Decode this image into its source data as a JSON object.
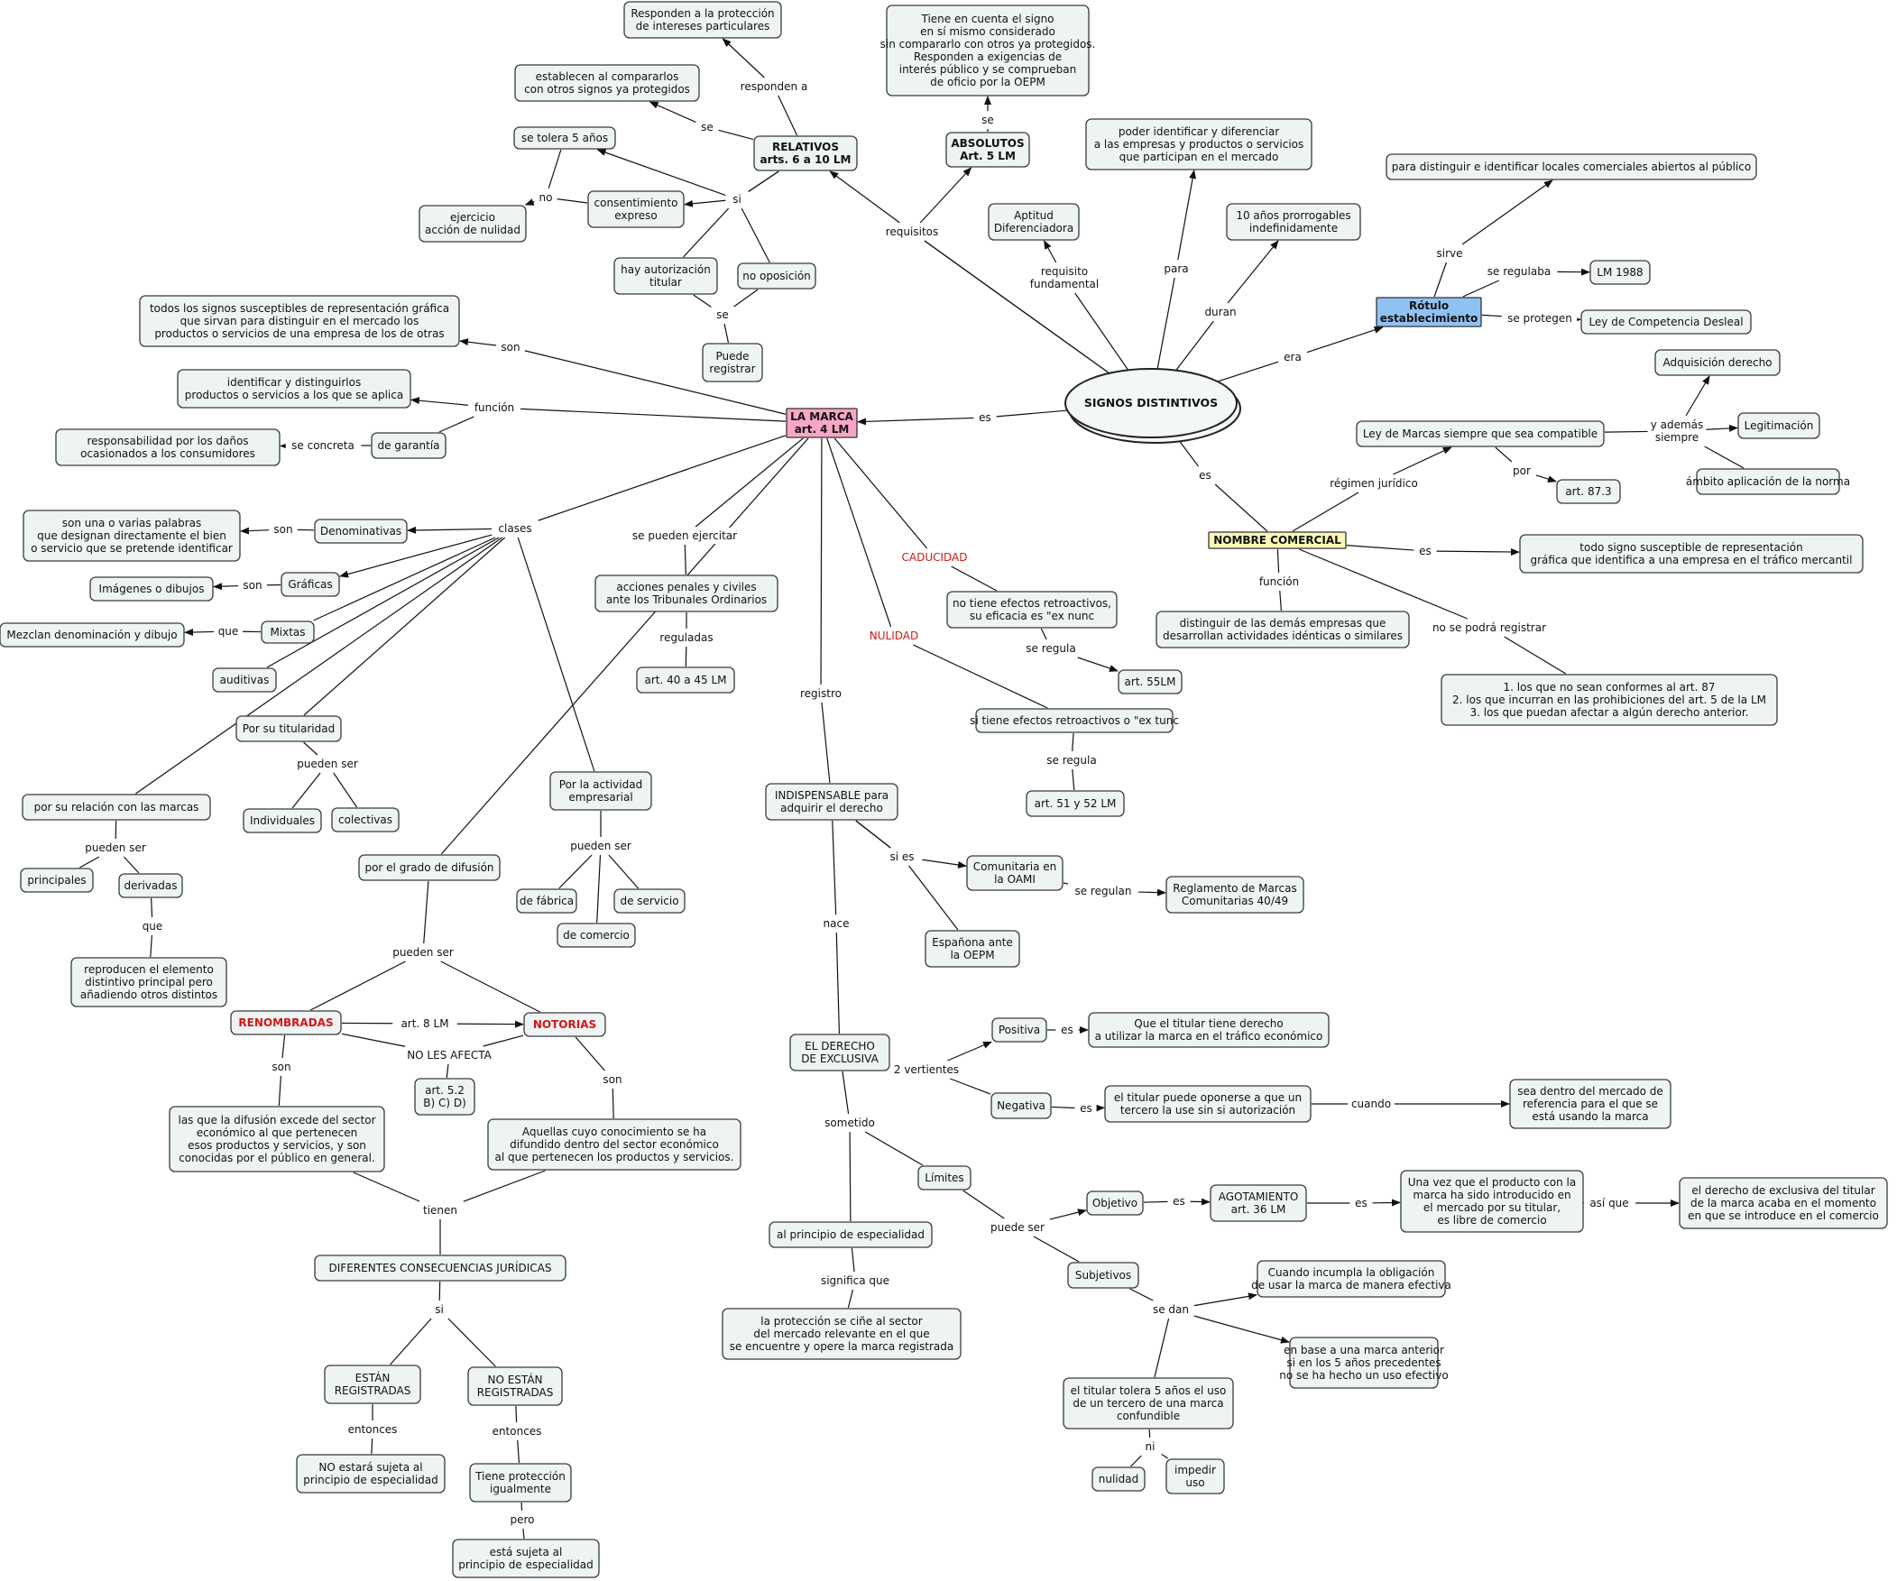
{
  "center": "SIGNOS DISTINTIVOS",
  "nodes": {
    "marca": "LA MARCA\nart. 4 LM",
    "relativos": "RELATIVOS\narts. 6 a 10 LM",
    "absolutos": "ABSOLUTOS\nArt. 5 LM",
    "rotulo": "Rótulo\nestablecimiento",
    "nombre": "NOMBRE COMERCIAL",
    "proteccion_particulares": "Responden a la protección\nde intereses particulares",
    "comparar": "establecen al compararlos\ncon otros signos ya protegidos",
    "tolera5": "se tolera 5 años",
    "consentimiento": "consentimiento\nexpreso",
    "nulidad_accion": "ejercicio\nacción de nulidad",
    "autorizacion": "hay autorización\ntitular",
    "no_oposicion": "no oposición",
    "puede_registrar": "Puede\nregistrar",
    "abs_desc": "Tiene en cuenta el signo\nen sí mismo considerado\nsin compararlo con otros ya protegidos.\nResponden a exigencias de\ninterés público y se comprueban\nde oficio por la OEPM",
    "aptitud": "Aptitud\nDiferenciadora",
    "identificar_dif": "poder identificar y diferenciar\na las empresas y productos o servicios\nque participan en el mercado",
    "diez_anos": "10 años prorrogables\nindefinidamente",
    "locales": "para distinguir e identificar locales comerciales abiertos al público",
    "lm1988": "LM 1988",
    "competencia": "Ley de Competencia Desleal",
    "adquisicion": "Adquisición derecho",
    "legitimacion": "Legitimación",
    "ambito": "ámbito aplicación de la norma",
    "ley_marcas": "Ley de Marcas siempre que sea compatible",
    "art873": "art. 87.3",
    "nc_def": "todo signo susceptible de representación\ngráfica que identifica a una empresa en el tráfico mercantil",
    "nc_funcion": "distinguir de las demás empresas que\ndesarrollan actividades idénticas o similares",
    "nc_no_registrar": "1. los que no sean conformes al art. 87\n2. los que incurran en las prohibiciones del art. 5 de la LM\n3. los que puedan afectar a algún derecho anterior.",
    "signos_def": "todos los signos susceptibles de representación gráfica\nque sirvan para distinguir en el mercado los\nproductos o servicios de una empresa de los de otras",
    "identificar_prod": "identificar y distinguirlos\nproductos o servicios a los que se aplica",
    "garantia": "de garantía",
    "responsabilidad": "responsabilidad por los daños\nocasionados a los consumidores",
    "denominativas": "Denominativas",
    "denom_def": "son una o varias palabras\nque designan directamente el bien\no servicio que se pretende identificar",
    "graficas": "Gráficas",
    "imagenes": "Imágenes o dibujos",
    "mixtas": "Mixtas",
    "mezclan": "Mezclan denominación y dibujo",
    "auditivas": "auditivas",
    "titularidad": "Por su titularidad",
    "individuales": "Individuales",
    "colectivas": "colectivas",
    "relacion": "por su relación con las marcas",
    "principales": "principales",
    "derivadas": "derivadas",
    "reproducen": "reproducen el elemento\ndistintivo principal pero\nañadiendo otros distintos",
    "actividad": "Por la actividad\nempresarial",
    "fabrica": "de fábrica",
    "comercio": "de comercio",
    "servicio": "de servicio",
    "difusion": "por el grado de difusión",
    "renombradas": "RENOMBRADAS",
    "notorias": "NOTORIAS",
    "art52": "art. 5.2\nB) C) D)",
    "renom_def": "las que la difusión excede del sector\neconómico al que pertenecen\nesos productos y servicios, y son\nconocidas por el público en general.",
    "notor_def": "Aquellas cuyo conocimiento se ha\ndifundido dentro del sector económico\nal que pertenecen los productos y servicios.",
    "consecuencias": "DIFERENTES CONSECUENCIAS JURÍDICAS",
    "estan": "ESTÁN\nREGISTRADAS",
    "no_estan": "NO ESTÁN\nREGISTRADAS",
    "no_sujeta": "NO estará sujeta al\nprincipio de especialidad",
    "tiene_proteccion": "Tiene protección\nigualmente",
    "sujeta": "está sujeta al\nprincipio de especialidad",
    "acciones": "acciones penales y civiles\nante los Tribunales Ordinarios",
    "art40": "art. 40 a 45 LM",
    "no_retro": "no tiene efectos retroactivos,\nsu eficacia es \"ex nunc",
    "art55": "art. 55LM",
    "si_retro": "si tiene efectos retroactivos o \"ex tunc",
    "art51": "art. 51 y 52 LM",
    "indispensable": "INDISPENSABLE para\nadquirir el derecho",
    "oami": "Comunitaria en\nla OAMI",
    "reglamento": "Reglamento de Marcas\nComunitarias 40/49",
    "oepm": "Españona ante\nla OEPM",
    "exclusiva": "EL DERECHO\nDE EXCLUSIVA",
    "positiva": "Positiva",
    "positiva_def": "Que el titular tiene derecho\na utilizar la marca en el tráfico económico",
    "negativa": "Negativa",
    "negativa_def": "el titular puede oponerse a que un\ntercero la use sin si autorización",
    "mercado_ref": "sea dentro del mercado de\nreferencia para el que se\nestá usando la marca",
    "limites": "Límites",
    "especialidad": "al principio de especialidad",
    "especialidad_def": "la protección se ciñe al sector\ndel mercado relevante en el que\nse encuentre y opere la marca registrada",
    "objetivo": "Objetivo",
    "agotamiento": "AGOTAMIENTO\nart. 36 LM",
    "agot_def": "Una vez que el producto con la\nmarca ha sido introducido en\nel mercado por su titular,\nes libre de comercio",
    "agot_efecto": "el derecho de exclusiva del titular\nde la marca acaba en el momento\nen que se introduce en el comercio",
    "subjetivos": "Subjetivos",
    "incumpla": "Cuando incumpla la obligación\nde usar la marca de manera efectiva",
    "marca_anterior": "en base a una marca anterior\nsi en los 5 años precedentes\nno se ha hecho un uso efectivo",
    "tolera_titular": "el titular tolera 5 años el uso\nde un tercero de una marca\nconfundible",
    "nulidad_n": "nulidad",
    "impedir": "impedir\nuso"
  },
  "labels": {
    "responden_a": "responden a",
    "se_comp": "se",
    "se_abs": "se",
    "requisitos": "requisitos",
    "si_rel": "si",
    "no_rel": "no",
    "se_reg": "se",
    "requisito_fund": "requisito\nfundamental",
    "para": "para",
    "duran": "duran",
    "era": "era",
    "sirve": "sirve",
    "se_regulaba": "se regulaba",
    "se_protegen": "se protegen",
    "y_ademas": "y además\nsiempre",
    "regimen": "régimen jurídico",
    "por": "por",
    "es_nc": "es",
    "es_ncdef": "es",
    "funcion_nc": "función",
    "no_registrar": "no se podrá registrar",
    "es_marca": "es",
    "son_marca": "son",
    "funcion": "función",
    "se_concreta": "se concreta",
    "clases": "clases",
    "son_denom": "son",
    "son_graf": "son",
    "que_mixtas": "que",
    "pueden_ser_tit": "pueden ser",
    "pueden_ser_rel": "pueden ser",
    "que_deriv": "que",
    "pueden_ser_act": "pueden ser",
    "pueden_ser_dif": "pueden ser",
    "art8": "art. 8 LM",
    "no_afecta": "NO LES AFECTA",
    "son_renom": "son",
    "son_notor": "son",
    "tienen": "tienen",
    "si_cons": "si",
    "entonces1": "entonces",
    "entonces2": "entonces",
    "pero": "pero",
    "se_pueden": "se pueden ejercitar",
    "reguladas": "reguladas",
    "caducidad": "CADUCIDAD",
    "se_regula1": "se regula",
    "nulidad": "NULIDAD",
    "se_regula2": "se regula",
    "registro": "registro",
    "si_es": "si es",
    "se_regulan": "se regulan",
    "nace": "nace",
    "vertientes": "2 vertientes",
    "es_pos": "es",
    "es_neg": "es",
    "cuando": "cuando",
    "sometido": "sometido",
    "significa_que": "significa que",
    "puede_ser": "puede ser",
    "es_obj": "es",
    "es_agot": "es",
    "asi_que": "así que",
    "se_dan": "se dan",
    "ni": "ni"
  }
}
